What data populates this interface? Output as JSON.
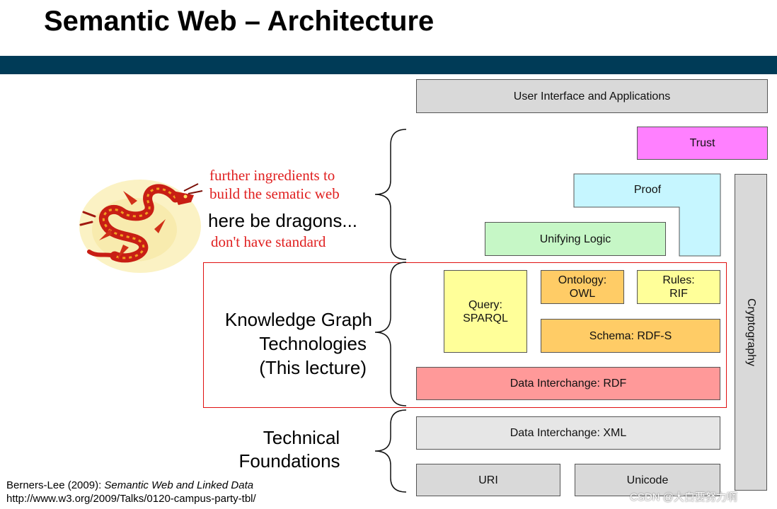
{
  "title": "Semantic Web – Architecture",
  "colors": {
    "band": "#003b57",
    "trust": "#ff80ff",
    "proof": "#c6f6ff",
    "logic": "#c6f7c6",
    "query": "#ffff99",
    "ontology": "#ffcc66",
    "rules": "#ffff99",
    "schema": "#ffcc66",
    "rdf": "#ff9999",
    "xml": "#e6e6e6",
    "gray": "#d9d9d9",
    "frame": "#e01010"
  },
  "layers": {
    "ui": "User Interface and Applications",
    "trust": "Trust",
    "proof": "Proof",
    "logic": "Unifying Logic",
    "query_line1": "Query:",
    "query_line2": "SPARQL",
    "ontology_line1": "Ontology:",
    "ontology_line2": "OWL",
    "rules_line1": "Rules:",
    "rules_line2": "RIF",
    "schema": "Schema: RDF-S",
    "rdf": "Data Interchange: RDF",
    "xml": "Data Interchange: XML",
    "uri": "URI",
    "unicode": "Unicode",
    "crypto": "Cryptography"
  },
  "labels": {
    "further_line1": "further ingredients to",
    "further_line2": "build the sematic web",
    "dragons": "here be dragons...",
    "no_standard": "don't have standard",
    "kg_line1": "Knowledge Graph",
    "kg_line2": "Technologies",
    "kg_line3": "(This lecture)",
    "tech_line1": "Technical",
    "tech_line2": "Foundations"
  },
  "citation": {
    "author": "Berners-Lee (2009): ",
    "work": "Semantic Web and Linked Data",
    "url": "http://www.w3.org/2009/Talks/0120-campus-party-tbl/"
  },
  "watermark": "CSDN @大白要努力啊",
  "icons": {
    "dragon": "dragon-icon"
  }
}
